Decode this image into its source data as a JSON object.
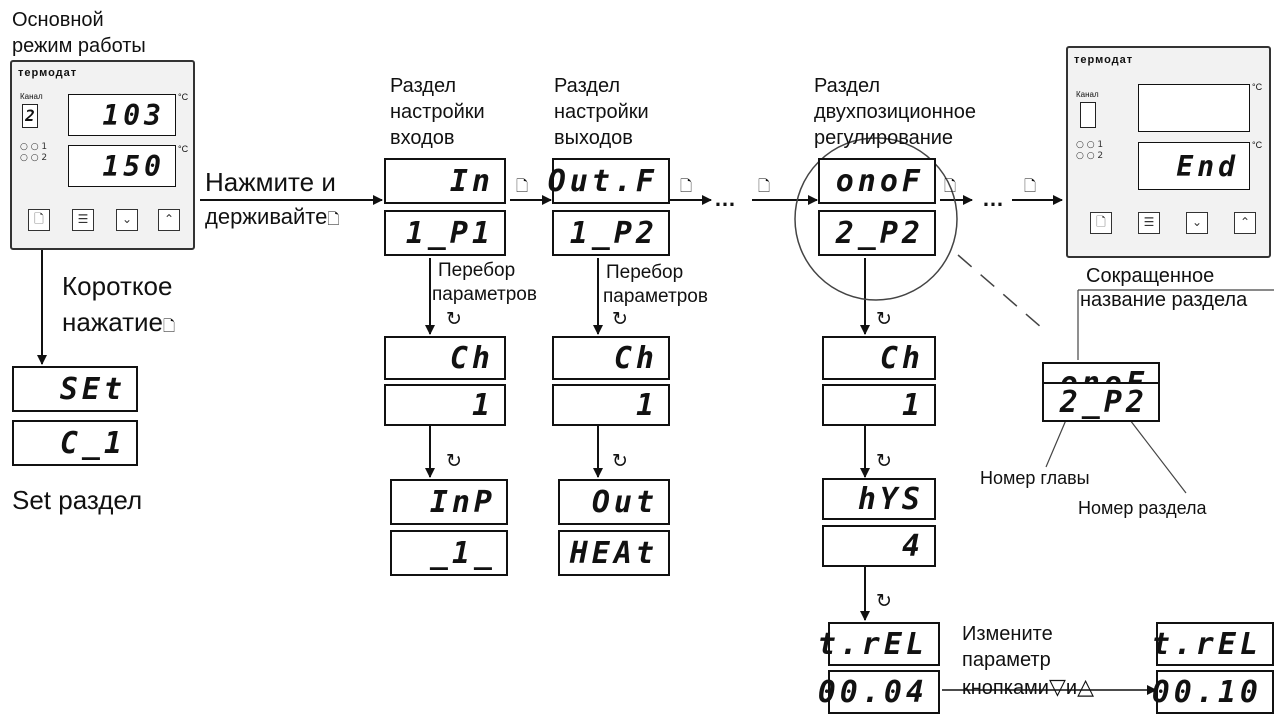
{
  "labels": {
    "main_mode": [
      "Основной",
      "режим работы"
    ],
    "press_hold": [
      "Нажмите и",
      "держивайте"
    ],
    "short_press": [
      "Короткое",
      "нажатие"
    ],
    "set_section": "Set раздел",
    "in_section": [
      "Раздел",
      "настройки",
      "входов"
    ],
    "out_section": [
      "Раздел",
      "настройки",
      "выходов"
    ],
    "onof_section": [
      "Раздел",
      "двухпозиционное",
      "регулирование"
    ],
    "enum_params": [
      "Перебор",
      "параметров"
    ],
    "short_name": [
      "Сокращенное",
      "название раздела"
    ],
    "chapter_num": "Номер главы",
    "section_num": "Номер раздела",
    "change_param": [
      "Измените",
      "параметр",
      "кнопками"
    ],
    "and_word": "и"
  },
  "device": {
    "brand": "термодат",
    "channel_label": "Канал",
    "channel_value": "2",
    "led1": "○ ○ 1",
    "led2": "○ ○ 2",
    "unit": "°C",
    "main_top": "103",
    "main_bottom": "150",
    "end_top": "",
    "end_bottom": "End"
  },
  "displays": {
    "set_top": "SEt",
    "set_bottom": "C_1",
    "in_top": "In",
    "in_bottom": "1_P1",
    "in_ch_top": "Ch",
    "in_ch_bottom": "1",
    "in_inp_top": "InP",
    "in_inp_bottom": "_1_",
    "out_top": "Out.F",
    "out_bottom": "1_P2",
    "out_ch_top": "Ch",
    "out_ch_bottom": "1",
    "out_out_top": "Out",
    "out_out_bottom": "HEAt",
    "onof_top": "onoF",
    "onof_bottom": "2_P2",
    "onof_ch_top": "Ch",
    "onof_ch_bottom": "1",
    "hys_top": "hYS",
    "hys_bottom": "4",
    "trel_top": "t.rEL",
    "trel_bottom": "00.04",
    "trel2_top": "t.rEL",
    "trel2_bottom": "00.10",
    "legend_top": "onoF",
    "legend_bottom": "2_P2"
  },
  "symbols": {
    "page_icon": "🗋",
    "cycle_icon": "↻",
    "ellipsis": "…",
    "down_triangle": "▽",
    "up_triangle": "△",
    "btn_page": "🗋",
    "btn_menu": "☰",
    "btn_down": "⌄",
    "btn_up": "⌃"
  }
}
